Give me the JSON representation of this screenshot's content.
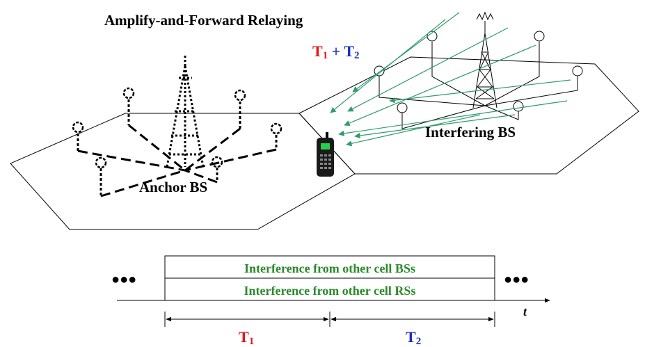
{
  "title": "Amplify-and-Forward Relaying",
  "legend": {
    "t1": "T",
    "t1_sub": "1",
    "plus": " + ",
    "t2": "T",
    "t2_sub": "2"
  },
  "labels": {
    "anchor": "Anchor BS",
    "interfering": "Interfering BS"
  },
  "timeline": {
    "row1": "Interference from other cell BSs",
    "row2": "Interference from other cell RSs",
    "ellipsis_left": "●●●",
    "ellipsis_right": "●●●",
    "axis_label": "t",
    "t1": "T",
    "t1_sub": "1",
    "t2": "T",
    "t2_sub": "2"
  },
  "colors": {
    "red": "#e8141b",
    "blue": "#1a2fc0",
    "green": "#2a8a2a",
    "arrow": "#2e9c6a"
  }
}
